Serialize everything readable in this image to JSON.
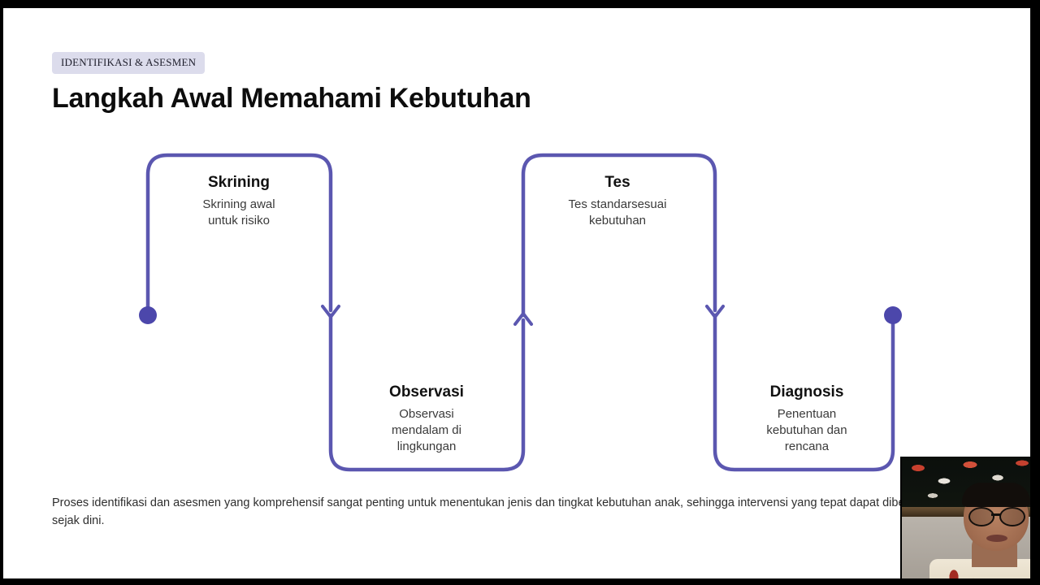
{
  "slide": {
    "badge": "IDENTIFIKASI & ASESMEN",
    "title": "Langkah Awal Memahami Kebutuhan",
    "footer": "Proses identifikasi dan asesmen yang komprehensif sangat penting untuk menentukan jenis dan tingkat kebutuhan anak, sehingga intervensi yang tepat dapat diberikan sejak dini."
  },
  "colors": {
    "accent": "#5b57b0",
    "badge_bg": "#dcdcec",
    "title": "#0d0d0d",
    "body_text": "#2e2e2e",
    "frame": "#000000",
    "canvas": "#ffffff"
  },
  "chart_data": {
    "type": "diagram",
    "subtype": "serpentine-process-flow",
    "title": "Langkah Awal Memahami Kebutuhan",
    "direction": "left-to-right serpentine with U-shaped connectors",
    "start_marker": "filled-circle",
    "end_marker": "filled-circle",
    "arrow_markers": 3,
    "steps": [
      {
        "index": 1,
        "name": "Skrining",
        "description": "Skrining awal\nuntuk risiko",
        "row": "top"
      },
      {
        "index": 2,
        "name": "Observasi",
        "description": "Observasi\nmendalam di\nlingkungan",
        "row": "bottom"
      },
      {
        "index": 3,
        "name": "Tes",
        "description": "Tes standarsesuai\nkebutuhan",
        "row": "top"
      },
      {
        "index": 4,
        "name": "Diagnosis",
        "description": "Penentuan\nkebutuhan dan\nrencana",
        "row": "bottom"
      }
    ]
  },
  "webcam": {
    "present": true,
    "position": "bottom-right",
    "description": "presenter webcam overlay"
  }
}
